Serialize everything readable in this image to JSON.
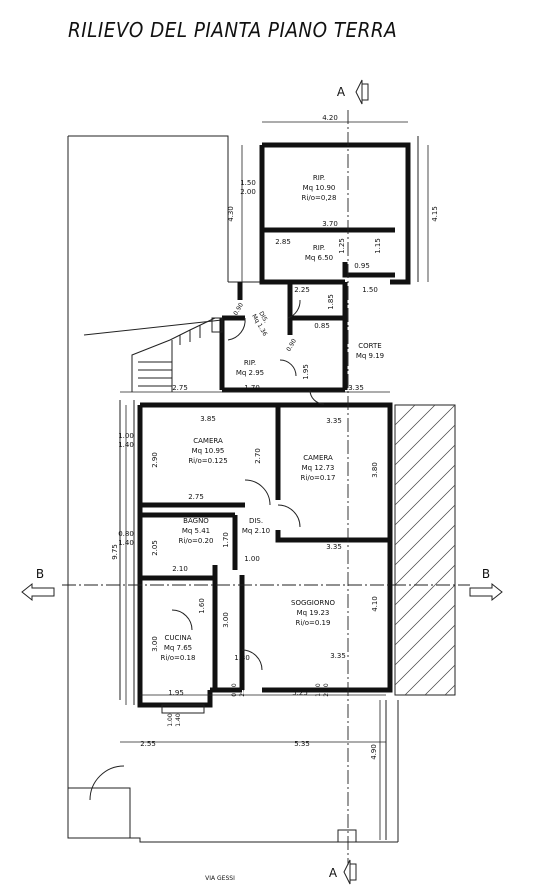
{
  "title": "RILIEVO DEL PIANTA PIANO TERRA",
  "street": "VIA  GESSI",
  "section_a_top": "A",
  "section_a_bottom": "A",
  "section_b_left": "B",
  "section_b_right": "B",
  "rooms": {
    "rip1": {
      "name": "RIP.",
      "area": "Mq 10.90",
      "ratio": "Ri/o=0,28"
    },
    "rip2": {
      "name": "RIP.",
      "area": "Mq 6.50"
    },
    "dis_top": {
      "name": "DIS.",
      "area": "Mq 1.36"
    },
    "rip3": {
      "name": "RIP.",
      "area": "Mq 2.95"
    },
    "corte": {
      "name": "CORTE",
      "area": "Mq 9.19"
    },
    "camera1": {
      "name": "CAMERA",
      "area": "Mq 10.95",
      "ratio": "Ri/o=0.125"
    },
    "camera2": {
      "name": "CAMERA",
      "area": "Mq 12.73",
      "ratio": "Ri/o=0.17"
    },
    "bagno": {
      "name": "BAGNO",
      "area": "Mq 5.41",
      "ratio": "Ri/o=0.20"
    },
    "dis": {
      "name": "DIS.",
      "area": "Mq 2.10"
    },
    "soggiorno": {
      "name": "SOGGIORNO",
      "area": "Mq 19.23",
      "ratio": "Ri/o=0.19"
    },
    "cucina": {
      "name": "CUCINA",
      "area": "Mq 7.65",
      "ratio": "Ri/o=0.18"
    }
  },
  "dims": {
    "d420": "4.20",
    "d430": "4.30",
    "d415": "4.15",
    "d150a": "1.50",
    "d200": "2.00",
    "d370": "3.70",
    "d285": "2.85",
    "d125": "1.25",
    "d115": "1.15",
    "d095": "0.95",
    "d225": "2.25",
    "d150b": "1.50",
    "d185": "1.85",
    "d090": "0.90",
    "d085": "0.85",
    "d275a": "2.75",
    "d170": "1.70",
    "d335a": "3.35",
    "d385": "3.85",
    "d335b": "3.35",
    "d100a": "1.00",
    "d140a": "1.40",
    "d290": "2.90",
    "d270": "2.70",
    "d380": "3.80",
    "d275b": "2.75",
    "d080": "0.80",
    "d140b": "1.40",
    "d205": "2.05",
    "d975": "9.75",
    "d100b": "1.00",
    "d335c": "3.35",
    "d210": "2.10",
    "d410": "4.10",
    "d160": "1.60",
    "d300a": "3.00",
    "d300b": "3.00",
    "d180": "1.80",
    "d335d": "3.35",
    "d195": "1.95",
    "d525": "5.25",
    "d255": "2.55",
    "d535": "5.35",
    "d490": "4.90",
    "d090b": "0.90",
    "d220": "2.20",
    "d120": "1.20",
    "d240": "2.40",
    "d100c": "1.00",
    "d140c": "1.40",
    "d195b": "1.95"
  }
}
